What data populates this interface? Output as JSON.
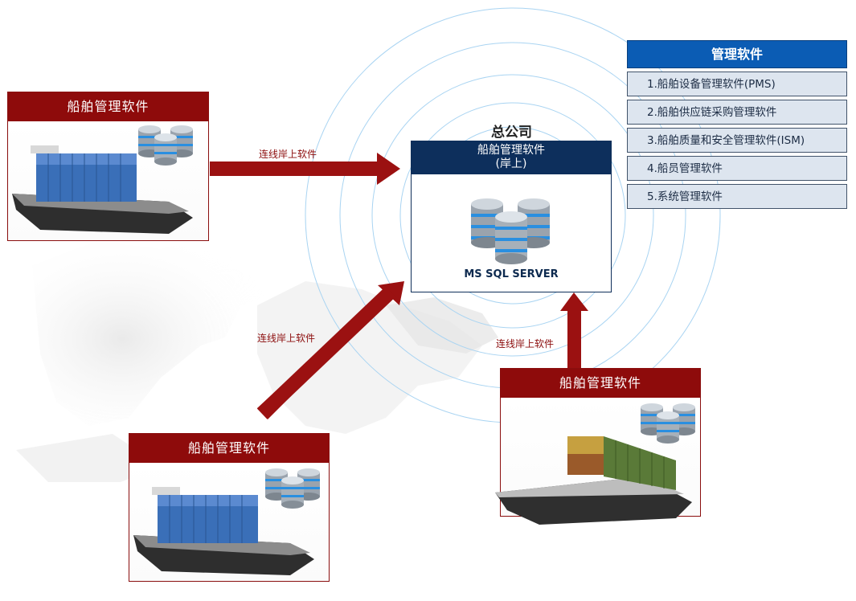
{
  "headquarters": {
    "label": "总公司",
    "title_line1": "船舶管理软件",
    "title_line2": "(岸上)",
    "database_label": "MS SQL SERVER"
  },
  "software_menu": {
    "title": "管理软件",
    "items": [
      {
        "label": "1.船舶设备管理软件(PMS)"
      },
      {
        "label": "2.船舶供应链采购管理软件"
      },
      {
        "label": "3.船舶质量和安全管理软件(ISM)"
      },
      {
        "label": "4.船员管理软件"
      },
      {
        "label": "5.系统管理软件"
      }
    ]
  },
  "ships": [
    {
      "title": "船舶管理软件",
      "hull_color": "#3a6fb8"
    },
    {
      "title": "船舶管理软件",
      "hull_color": "#3a6fb8"
    },
    {
      "title": "船舶管理软件",
      "hull_color": "#9a5a2a"
    }
  ],
  "connections": [
    {
      "label": "连线岸上软件"
    },
    {
      "label": "连线岸上软件"
    },
    {
      "label": "连线岸上软件"
    }
  ],
  "colors": {
    "ship_header": "#8e0b0b",
    "arrow": "#9b1111",
    "hq_header": "#0d2f5c",
    "menu_header": "#0b5cb4",
    "menu_item_bg": "#dde5ef",
    "ripple": "#9fd0f2"
  }
}
